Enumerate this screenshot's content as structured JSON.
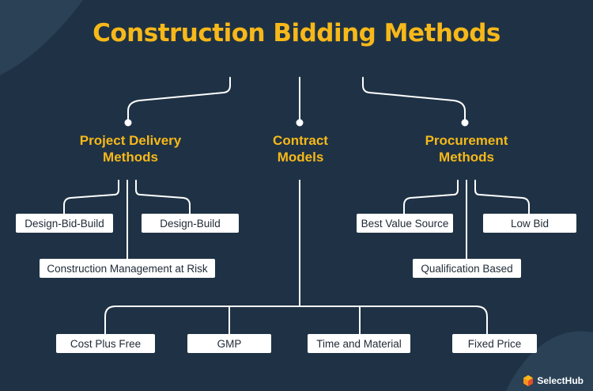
{
  "title": "Construction Bidding Methods",
  "categories": [
    {
      "line1": "Project Delivery",
      "line2": "Methods"
    },
    {
      "line1": "Contract",
      "line2": "Models"
    },
    {
      "line1": "Procurement",
      "line2": "Methods"
    }
  ],
  "project_delivery": [
    "Design-Bid-Build",
    "Design-Build",
    "Construction Management at Risk"
  ],
  "procurement": [
    "Best Value Source",
    "Low Bid",
    "Qualification Based"
  ],
  "contract_models": [
    "Cost Plus Free",
    "GMP",
    "Time and Material",
    "Fixed Price"
  ],
  "brand": "SelectHub",
  "colors": {
    "background": "#1f3245",
    "accent": "#f7b819",
    "box": "#ffffff",
    "line": "#ffffff"
  }
}
